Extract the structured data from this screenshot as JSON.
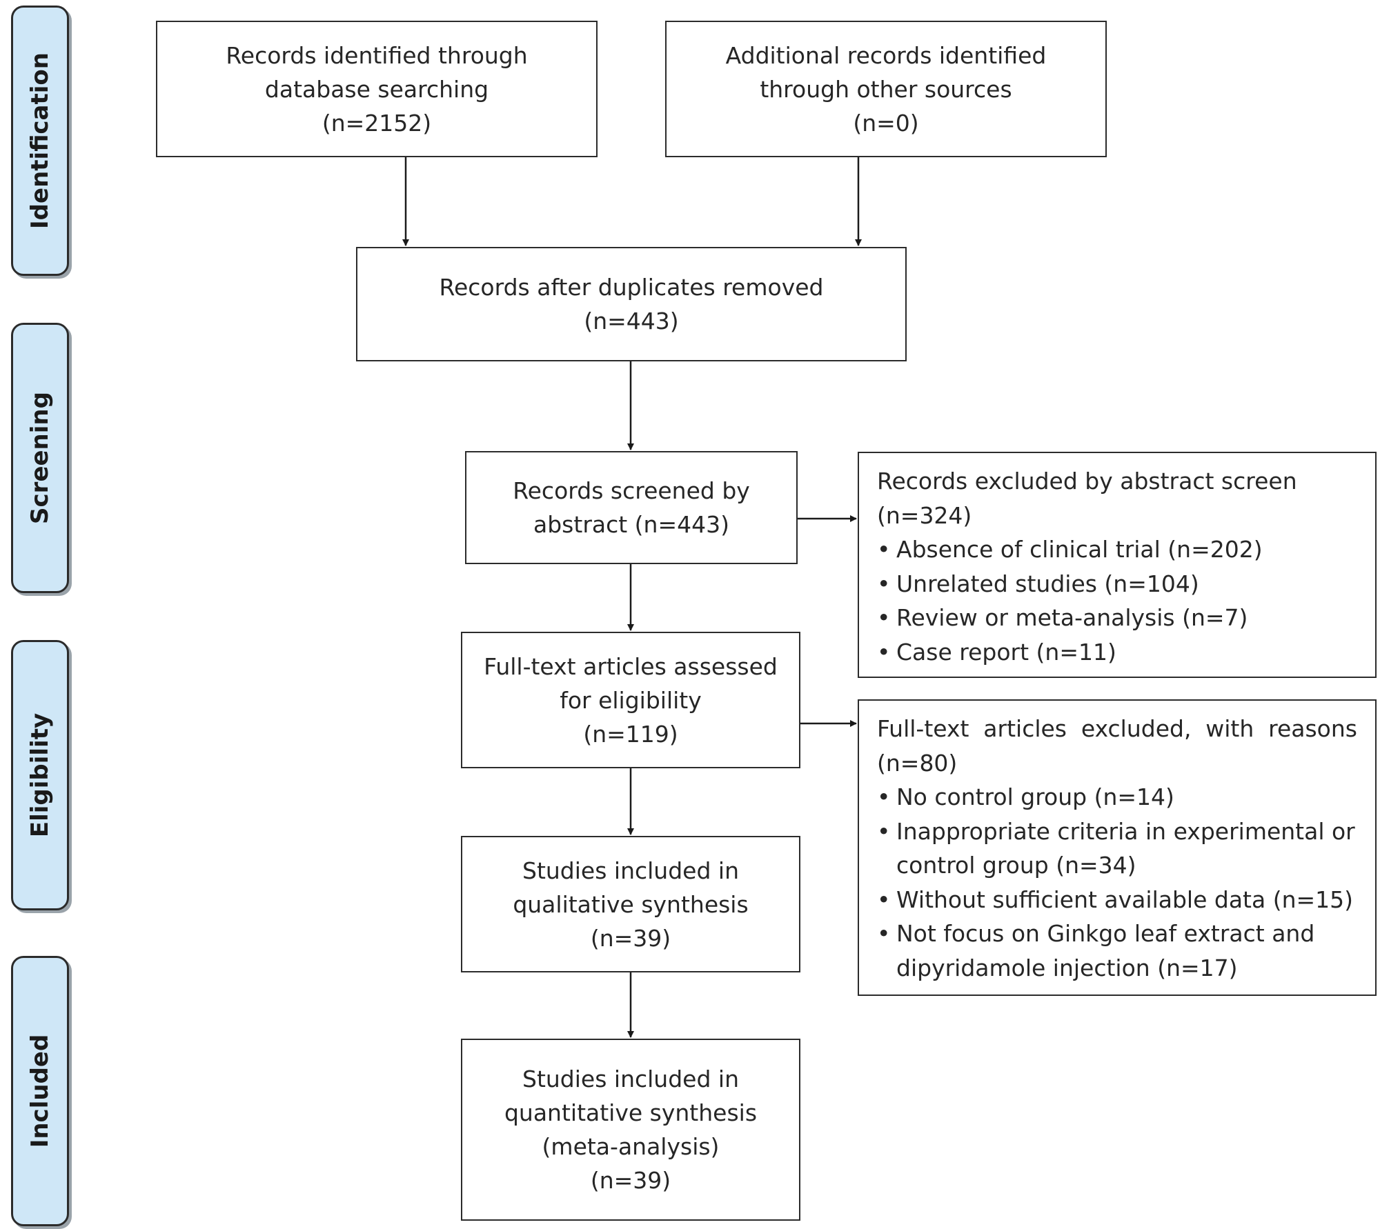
{
  "stages": {
    "identification": "Identification",
    "screening": "Screening",
    "eligibility": "Eligibility",
    "included": "Included"
  },
  "identified_db": {
    "line1": "Records identified through",
    "line2": "database searching",
    "count": "(n=2152)"
  },
  "identified_other": {
    "line1": "Additional records identified",
    "line2": "through other sources",
    "count": "(n=0)"
  },
  "after_duplicates": {
    "line1": "Records after duplicates removed",
    "count": "(n=443)"
  },
  "screened": {
    "line1": "Records screened by",
    "line2": "abstract (n=443)"
  },
  "excluded_abstract": {
    "title": "Records excluded by abstract screen",
    "count": "(n=324)",
    "items": [
      "Absence of clinical trial (n=202)",
      "Unrelated studies (n=104)",
      "Review or meta-analysis (n=7)",
      "Case report (n=11)"
    ]
  },
  "fulltext": {
    "line1": "Full-text articles assessed",
    "line2": "for eligibility",
    "count": "(n=119)"
  },
  "excluded_fulltext": {
    "title_words": [
      "Full-text",
      "articles",
      "excluded,",
      "with",
      "reasons"
    ],
    "count": "(n=80)",
    "items": [
      {
        "line1": "No control group (n=14)"
      },
      {
        "line1": "Inappropriate criteria in experimental or",
        "line2": "control group (n=34)"
      },
      {
        "line1": "Without sufficient available data (n=15)"
      },
      {
        "line1": "Not focus on Ginkgo leaf extract and",
        "line2": "dipyridamole injection (n=17)"
      }
    ]
  },
  "qualitative": {
    "line1": "Studies included in",
    "line2": "qualitative synthesis",
    "count": "(n=39)"
  },
  "quantitative": {
    "line1": "Studies included in",
    "line2": "quantitative synthesis",
    "line3": "(meta-analysis)",
    "count": "(n=39)"
  }
}
